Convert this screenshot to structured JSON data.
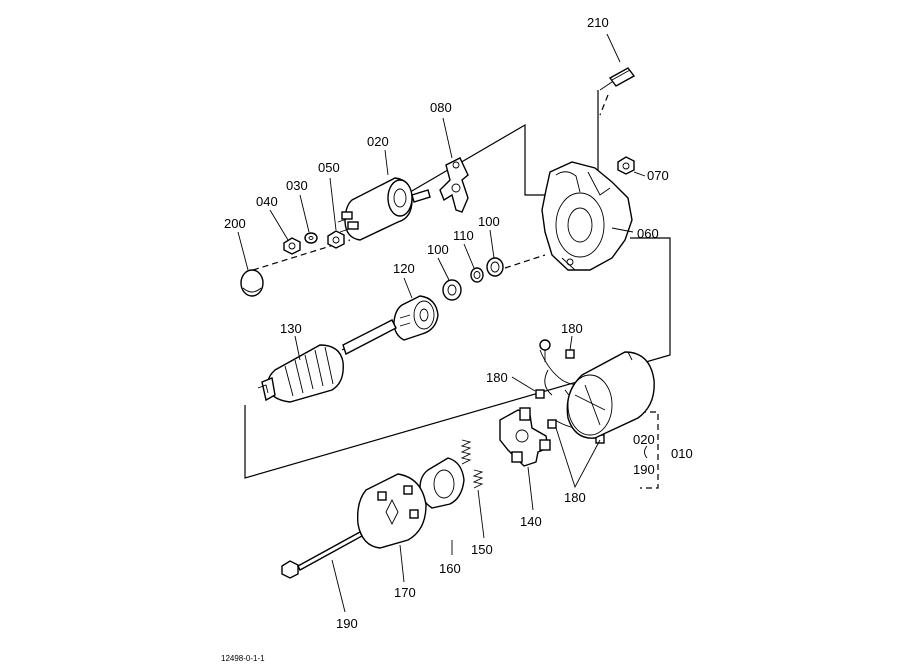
{
  "labels": {
    "p210": "210",
    "p080": "080",
    "p020": "020",
    "p050": "050",
    "p030": "030",
    "p040": "040",
    "p200": "200",
    "p070": "070",
    "p060": "060",
    "p100a": "100",
    "p110": "110",
    "p100b": "100",
    "p120": "120",
    "p130": "130",
    "p180a": "180",
    "p180b": "180",
    "p180c": "180",
    "p020b": "020",
    "p190b": "190",
    "p010": "010",
    "p140": "140",
    "p150": "150",
    "p160": "160",
    "p170": "170",
    "p190": "190"
  },
  "footer": {
    "code": "12498-0-1-1"
  }
}
